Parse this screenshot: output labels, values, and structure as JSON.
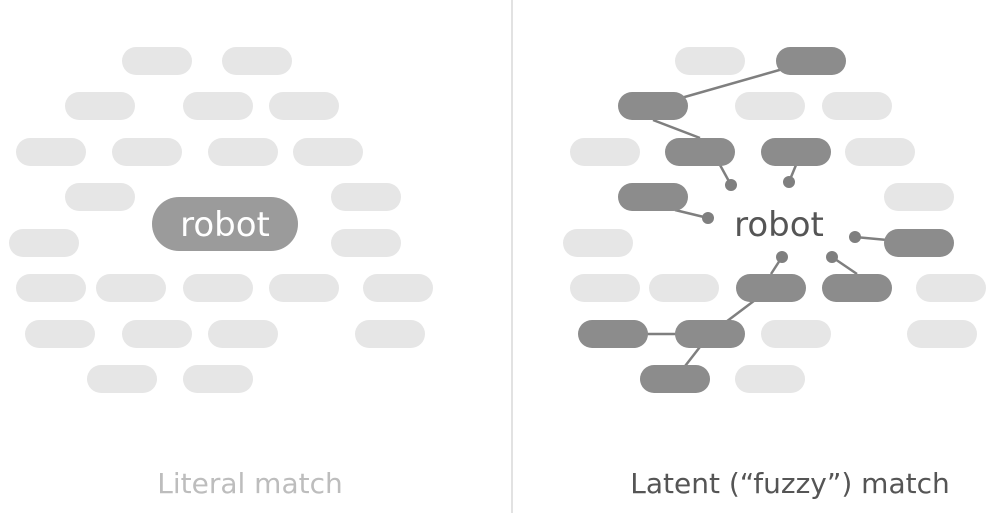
{
  "colors": {
    "background": "#ffffff",
    "pill_light": "#e6e6e6",
    "pill_dark": "#8c8c8c",
    "connector": "#7f7f7f",
    "divider": "#d9d9d9",
    "center_pill": "#9b9b9b",
    "center_text_on_pill": "#ffffff",
    "center_text_plain": "#555555",
    "caption_left": "#bdbdbd",
    "caption_right": "#555555"
  },
  "left_panel": {
    "keyword": "robot",
    "caption": "Literal match"
  },
  "right_panel": {
    "keyword": "robot",
    "caption": "Latent (“fuzzy”) match"
  }
}
